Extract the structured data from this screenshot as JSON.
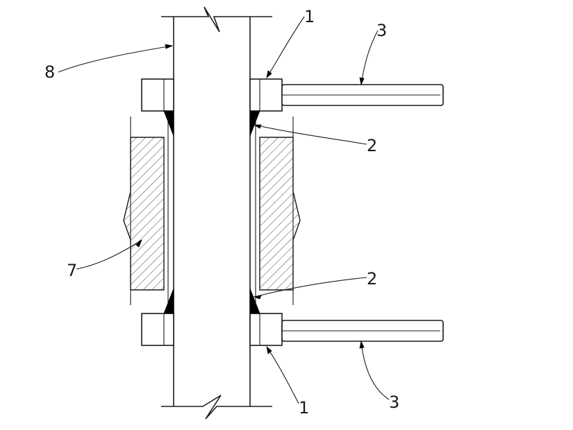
{
  "labels": {
    "pipe": "8",
    "ring_top": "1",
    "ring_bottom": "1",
    "rod_top": "3",
    "rod_bottom": "3",
    "weld_top": "2",
    "weld_bottom": "2",
    "wall": "7"
  },
  "colors": {
    "line": "#1a1a1a",
    "fill_black": "#000000",
    "background": "#ffffff"
  }
}
